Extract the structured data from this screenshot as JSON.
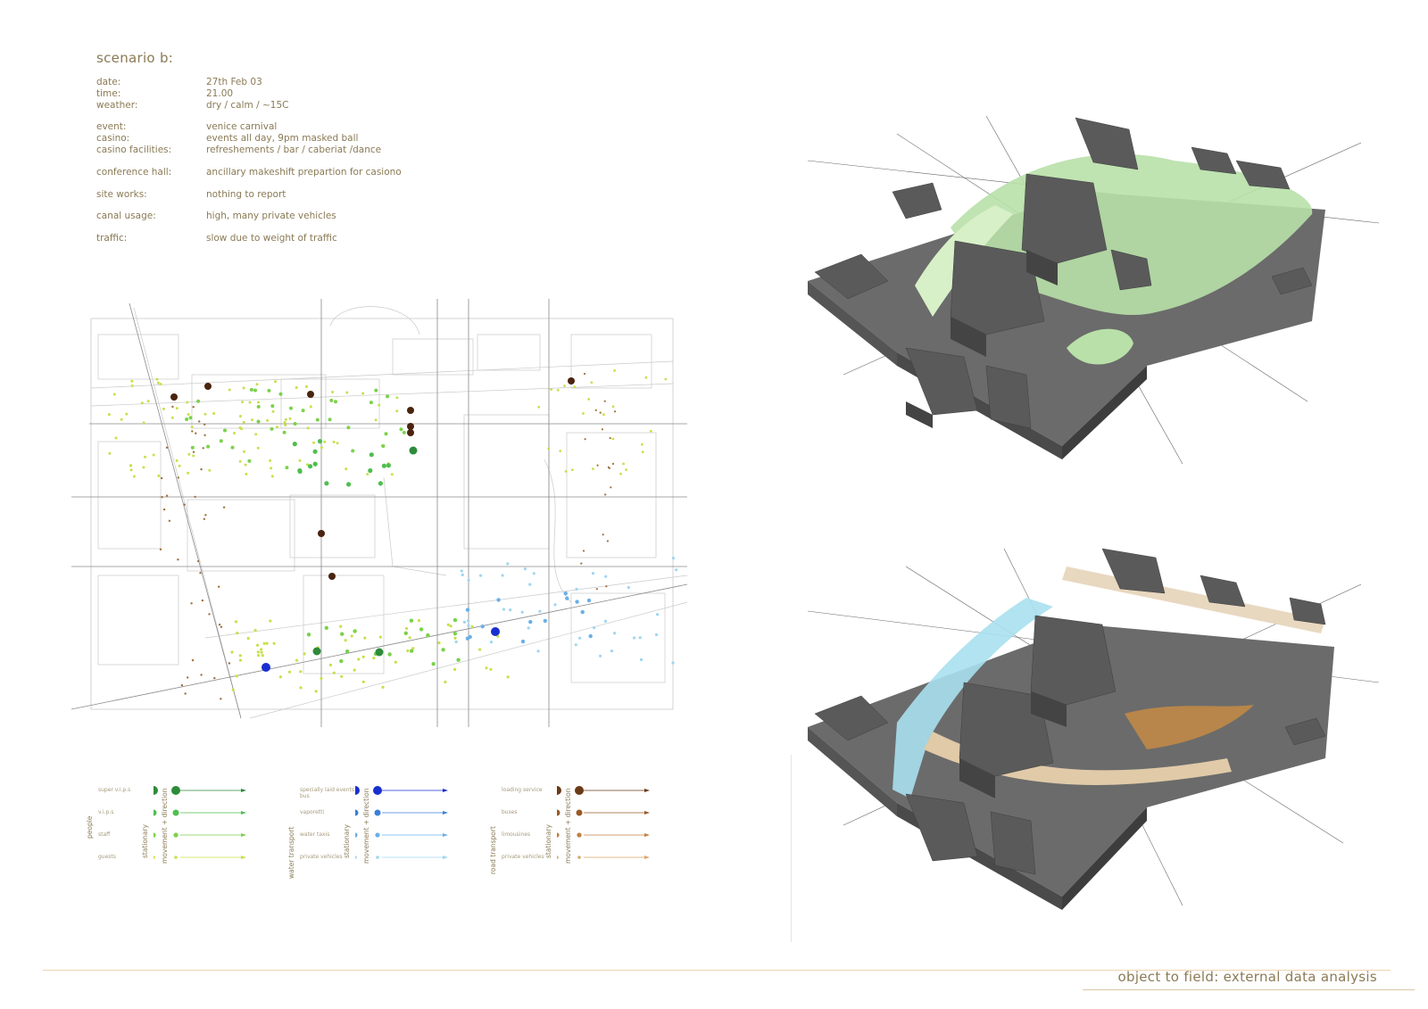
{
  "heading": "scenario b:",
  "info": [
    {
      "k": "date:",
      "v": "27th Feb 03"
    },
    {
      "k": "time:",
      "v": "21.00"
    },
    {
      "k": "weather:",
      "v": "dry / calm / ~15C"
    },
    {
      "gap": true
    },
    {
      "k": "event:",
      "v": "venice carnival"
    },
    {
      "k": "casino:",
      "v": "events all day, 9pm masked ball"
    },
    {
      "k": "casino facilities:",
      "v": "refreshements / bar / caberiat /dance"
    },
    {
      "gap": true
    },
    {
      "k": "conference hall:",
      "v": "ancillary makeshift prepartion for casiono"
    },
    {
      "gap": true
    },
    {
      "k": "site works:",
      "v": "nothing to report"
    },
    {
      "gap": true
    },
    {
      "k": "canal usage:",
      "v": "high, many private vehicles"
    },
    {
      "gap": true
    },
    {
      "k": "traffic:",
      "v": "slow due to weight of traffic"
    }
  ],
  "legends": [
    {
      "group": "people",
      "col_stationary": "stationary",
      "col_movement": "movement + direction",
      "rows": [
        {
          "label": "super v.i.p.s",
          "color": "#2e8b3a",
          "size": 5
        },
        {
          "label": "v.i.p.s",
          "color": "#4fbf4f",
          "size": 3.5
        },
        {
          "label": "staff",
          "color": "#7ad24a",
          "size": 2.6
        },
        {
          "label": "guests",
          "color": "#c8e04a",
          "size": 1.8
        }
      ]
    },
    {
      "group": "water transport",
      "col_stationary": "stationary",
      "col_movement": "movement + direction",
      "rows": [
        {
          "label": "specially laid events bus",
          "color": "#1a2fd0",
          "size": 5
        },
        {
          "label": "vaporetti",
          "color": "#3a7fd8",
          "size": 3.5
        },
        {
          "label": "water taxis",
          "color": "#6ab0e8",
          "size": 2.6
        },
        {
          "label": "private vehicles",
          "color": "#9fd6f0",
          "size": 1.8
        }
      ]
    },
    {
      "group": "road transport",
      "col_stationary": "stationary",
      "col_movement": "movement + direction",
      "rows": [
        {
          "label": "loading service",
          "color": "#6b3a17",
          "size": 5
        },
        {
          "label": "buses",
          "color": "#9a5a25",
          "size": 3.5
        },
        {
          "label": "limousines",
          "color": "#c08040",
          "size": 2.6
        },
        {
          "label": "private vehicles",
          "color": "#d8a86a",
          "size": 1.8
        }
      ]
    }
  ],
  "footer": "object to field: external data analysis"
}
